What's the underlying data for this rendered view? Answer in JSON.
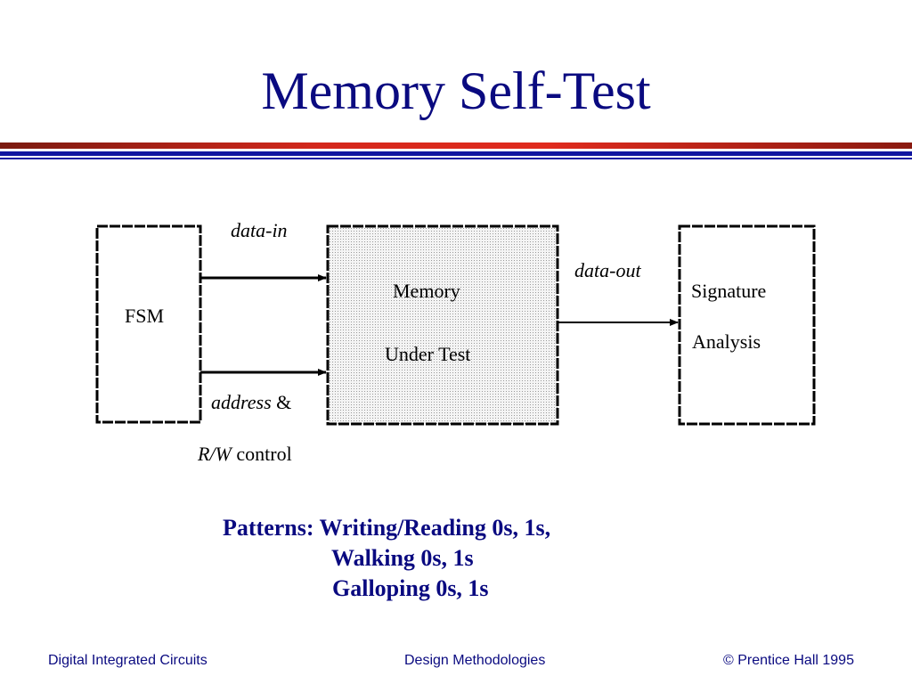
{
  "slide": {
    "title": "Memory Self-Test"
  },
  "diagram": {
    "fsm_label": "FSM",
    "memory_line1": "Memory",
    "memory_line2": "Under Test",
    "signature_line1": "Signature",
    "signature_line2": "Analysis",
    "data_in": "data-in",
    "data_out": "data-out",
    "address_italic": "address",
    "address_rest": " &",
    "rw_italic": "R/W",
    "rw_rest": " control"
  },
  "patterns": {
    "line1": "Patterns: Writing/Reading 0s, 1s,",
    "line2": "Walking 0s, 1s",
    "line3": "Galloping 0s, 1s"
  },
  "footer": {
    "left": "Digital Integrated Circuits",
    "center": "Design Methodologies",
    "right": "© Prentice Hall 1995"
  }
}
